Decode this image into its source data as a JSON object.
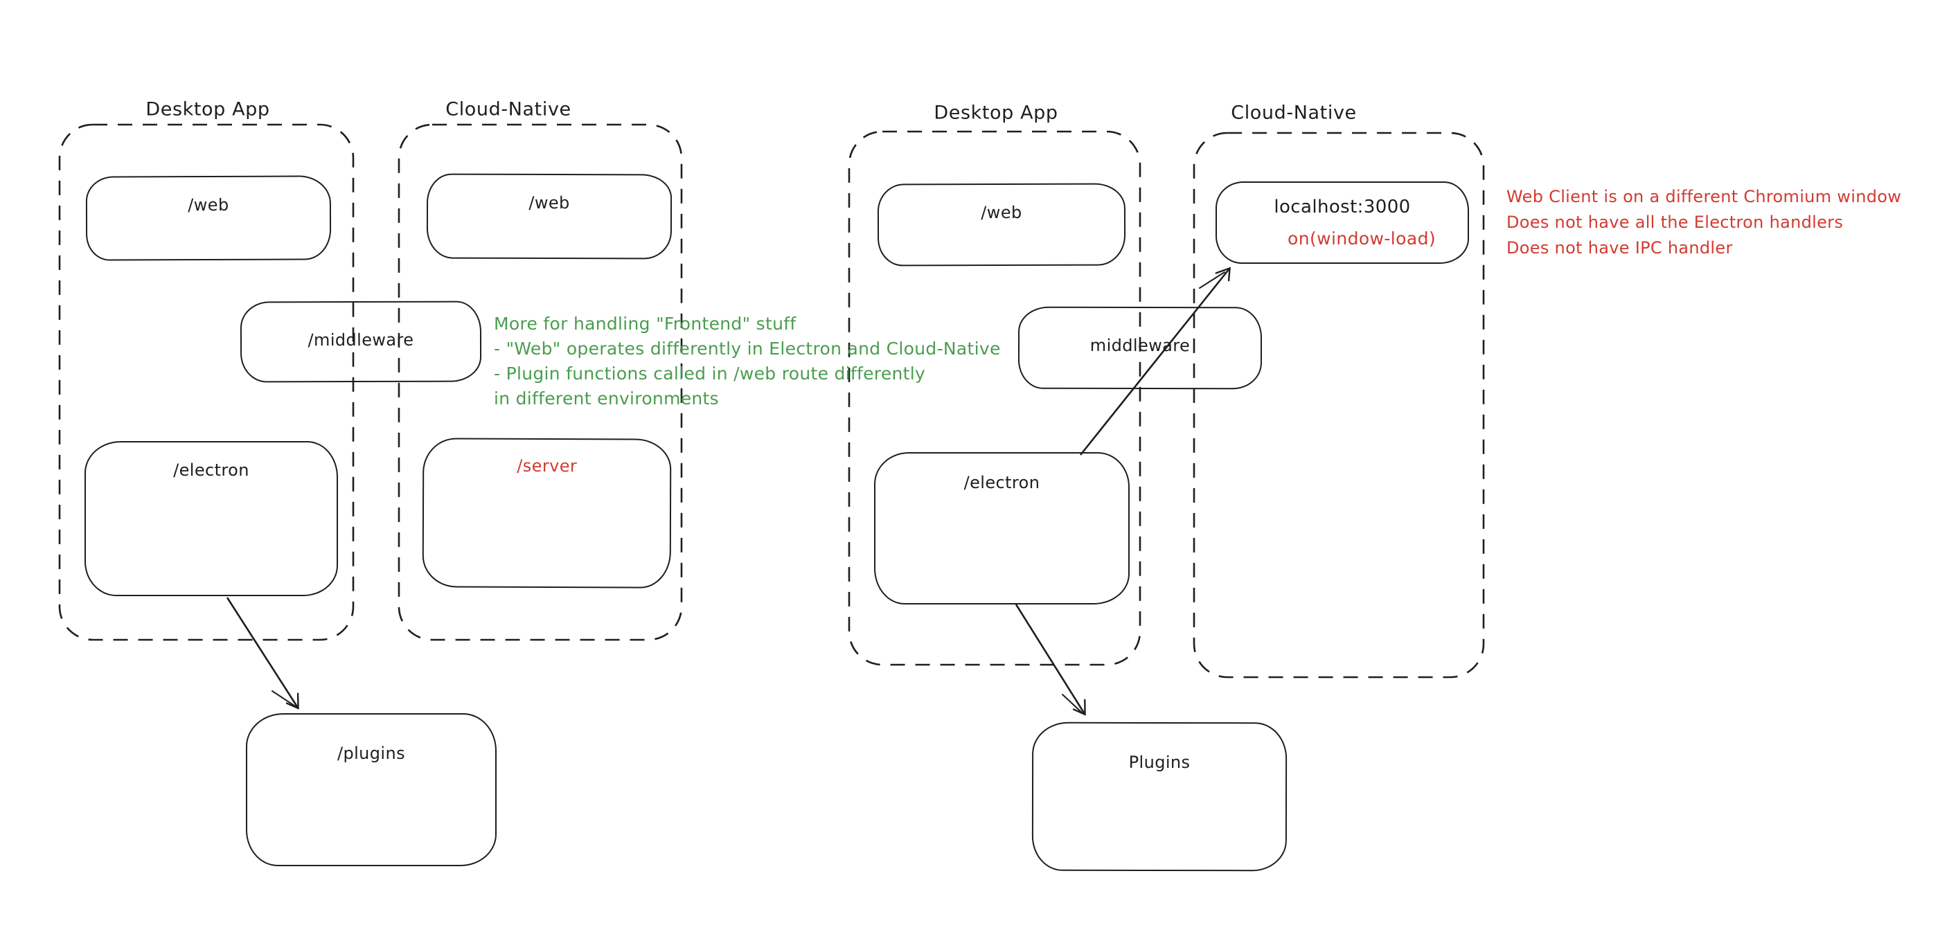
{
  "colors": {
    "background": "#ffffff",
    "ink": "#1e1e1e",
    "green": "#4a9d4f",
    "red": "#d23b31"
  },
  "left_diagram": {
    "desktop_container": {
      "label": "Desktop App",
      "web_box": "/web",
      "electron_box": "/electron"
    },
    "cloud_container": {
      "label": "Cloud-Native",
      "web_box": "/web",
      "server_box": "/server"
    },
    "middleware_box": "/middleware",
    "plugins_box": "/plugins",
    "green_note": {
      "line1": "More for handling \"Frontend\" stuff",
      "line2": "- \"Web\" operates differently in Electron and Cloud-Native",
      "line3": "- Plugin functions called in /web route differently",
      "line4": "in different environments"
    }
  },
  "right_diagram": {
    "desktop_container": {
      "label": "Desktop App",
      "web_box": "/web",
      "electron_box": "/electron"
    },
    "cloud_container": {
      "label": "Cloud-Native",
      "localhost_box": "localhost:3000",
      "window_load_label": "on(window-load)"
    },
    "middleware_box": "middleware",
    "plugins_box": "Plugins",
    "red_note": {
      "line1": "Web Client is on a different Chromium window",
      "line2": "Does not have all the Electron handlers",
      "line3": "Does not have IPC handler"
    }
  }
}
